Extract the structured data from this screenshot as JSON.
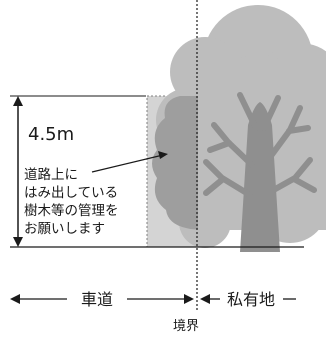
{
  "diagram": {
    "height_label": "4.5m",
    "callout_lines": [
      "道路上に",
      "はみ出している",
      "樹木等の管理を",
      "お願いします"
    ],
    "road_label": "車道",
    "private_label": "私有地",
    "boundary_label": "境界"
  }
}
